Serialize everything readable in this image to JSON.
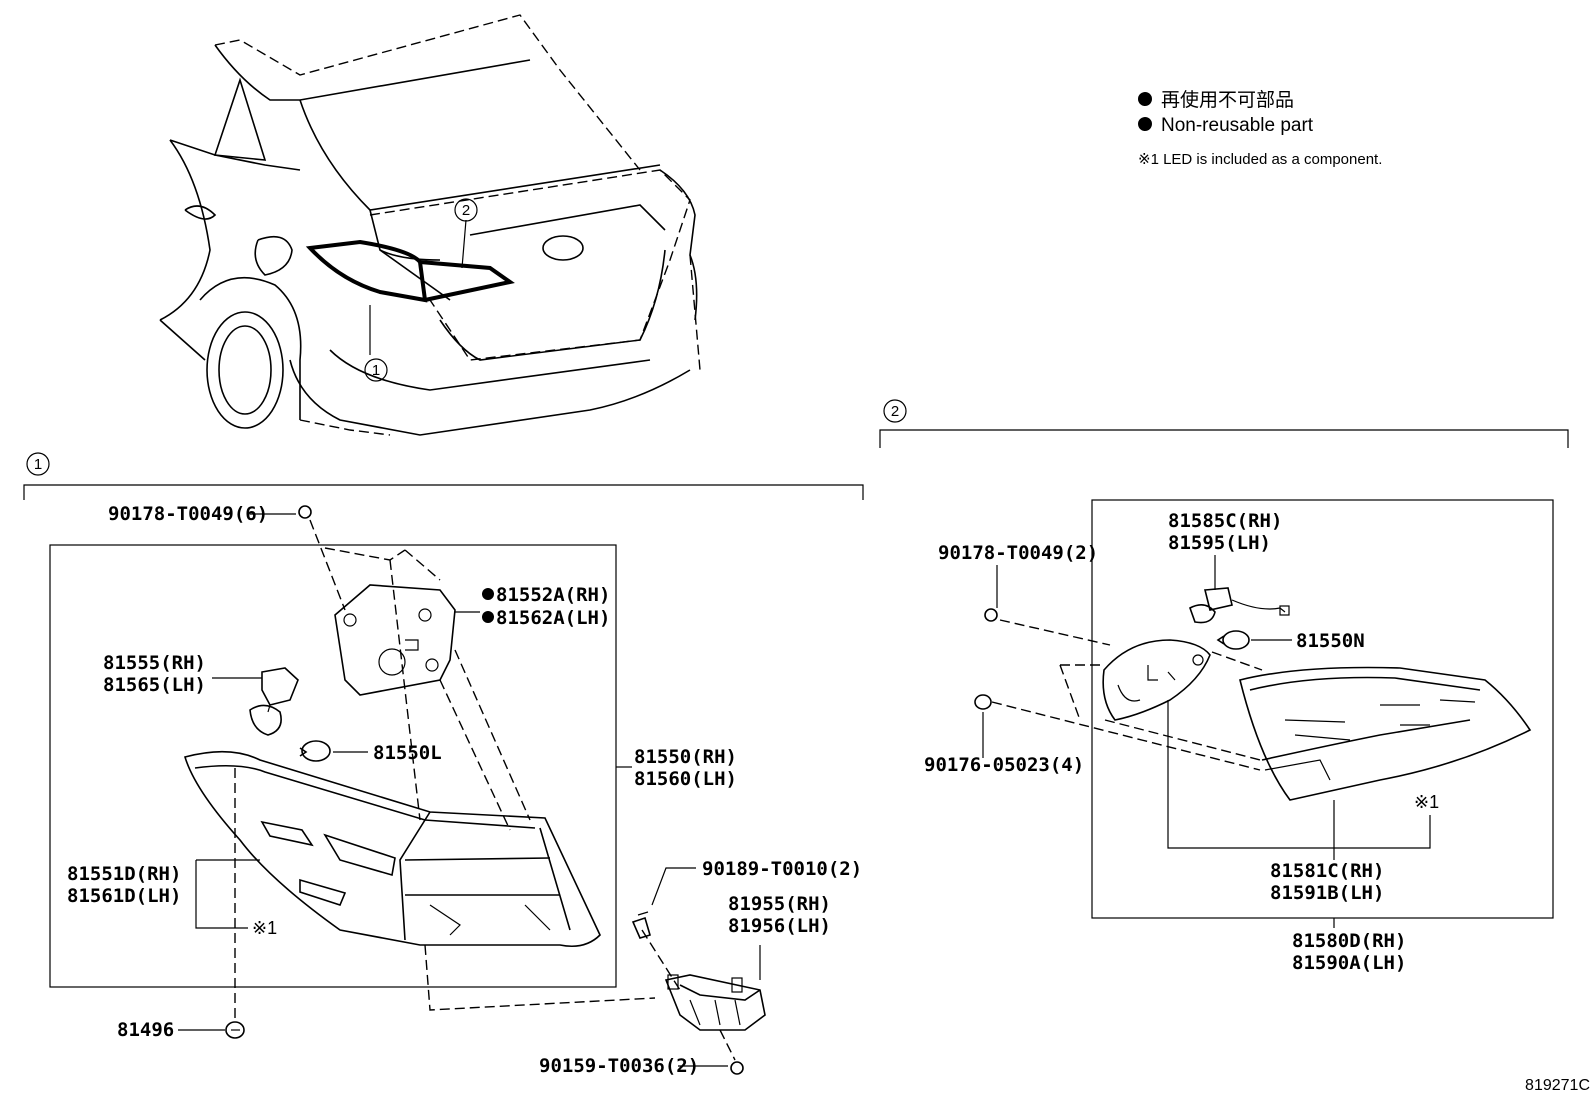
{
  "legend": {
    "jp_label": "再使用不可部品",
    "en_label": "Non-reusable part",
    "note": "※1 LED is included as a component."
  },
  "callouts": {
    "one": "1",
    "two": "2",
    "note_mark": "※1"
  },
  "section1": {
    "parts": {
      "screw_top": "90178-T0049(6)",
      "gasket_rh": "81552A(RH)",
      "gasket_lh": "81562A(LH)",
      "socket_rh": "81555(RH)",
      "socket_lh": "81565(LH)",
      "bulb": "81550L",
      "lamp_rh": "81550(RH)",
      "lamp_lh": "81560(LH)",
      "lens_rh": "81551D(RH)",
      "lens_lh": "81561D(LH)",
      "screw_bracket": "90189-T0010(2)",
      "bracket_rh": "81955(RH)",
      "bracket_lh": "81956(LH)",
      "clip": "81496",
      "screw_bottom": "90159-T0036(2)"
    }
  },
  "section2": {
    "parts": {
      "socket_rh": "81585C(RH)",
      "socket_lh": "81595(LH)",
      "screw_top": "90178-T0049(2)",
      "bulb": "81550N",
      "nut": "90176-05023(4)",
      "lens_rh": "81581C(RH)",
      "lens_lh": "81591B(LH)",
      "lamp_rh": "81580D(RH)",
      "lamp_lh": "81590A(LH)"
    }
  },
  "diagram_code": "819271C"
}
